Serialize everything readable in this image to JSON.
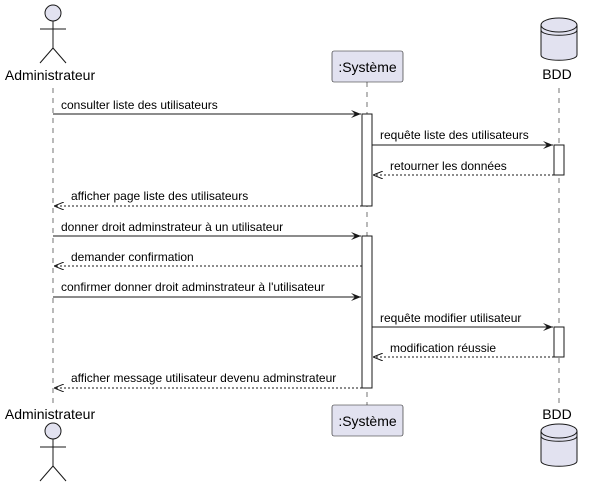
{
  "participants": {
    "admin": {
      "label": "Administrateur",
      "kind": "actor"
    },
    "system": {
      "label": ":Système",
      "kind": "participant"
    },
    "db": {
      "label": "BDD",
      "kind": "database"
    }
  },
  "messages": [
    {
      "from": "admin",
      "to": "system",
      "label": "consulter liste des utilisateurs",
      "style": "solid"
    },
    {
      "from": "system",
      "to": "db",
      "label": "requête liste des utilisateurs",
      "style": "solid"
    },
    {
      "from": "db",
      "to": "system",
      "label": "retourner les données",
      "style": "dashed"
    },
    {
      "from": "system",
      "to": "admin",
      "label": "afficher page liste des utilisateurs",
      "style": "dashed"
    },
    {
      "from": "admin",
      "to": "system",
      "label": "donner droit adminstrateur à un utilisateur",
      "style": "solid"
    },
    {
      "from": "system",
      "to": "admin",
      "label": "demander confirmation",
      "style": "dashed"
    },
    {
      "from": "admin",
      "to": "system",
      "label": "confirmer donner droit adminstrateur à l'utilisateur",
      "style": "solid"
    },
    {
      "from": "system",
      "to": "db",
      "label": "requête modifier utilisateur",
      "style": "solid"
    },
    {
      "from": "db",
      "to": "system",
      "label": "modification réussie",
      "style": "dashed"
    },
    {
      "from": "system",
      "to": "admin",
      "label": "afficher message utilisateur devenu adminstrateur",
      "style": "dashed"
    }
  ],
  "colors": {
    "participant_fill": "#E2E2F0",
    "participant_stroke": "#181818",
    "lifeline": "#181818",
    "activation_fill": "#ffffff"
  }
}
